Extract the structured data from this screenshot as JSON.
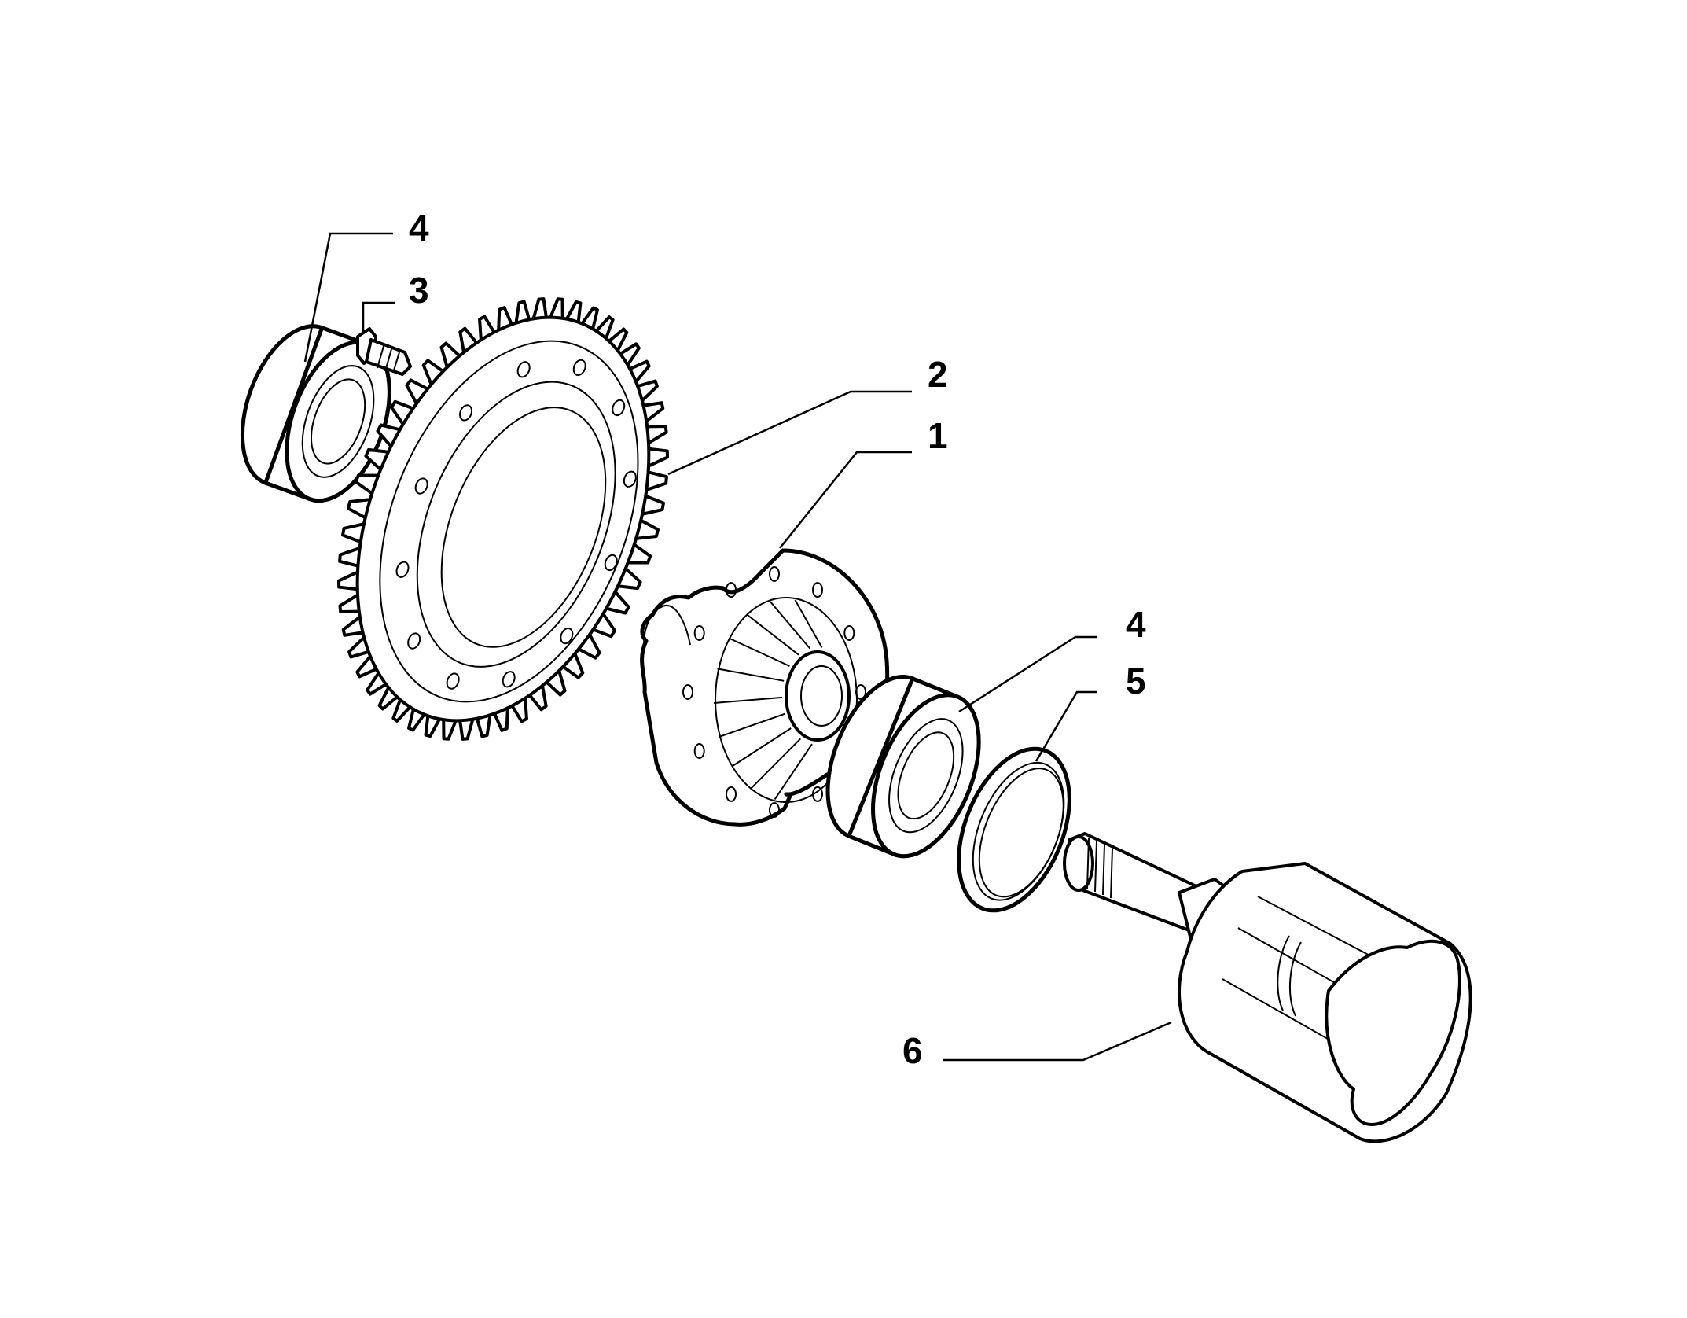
{
  "diagram": {
    "callouts": [
      {
        "id": "c4a",
        "label": "4"
      },
      {
        "id": "c3",
        "label": "3"
      },
      {
        "id": "c2",
        "label": "2"
      },
      {
        "id": "c1",
        "label": "1"
      },
      {
        "id": "c4b",
        "label": "4"
      },
      {
        "id": "c5",
        "label": "5"
      },
      {
        "id": "c6",
        "label": "6"
      }
    ],
    "colors": {
      "line": "#000000",
      "background": "#ffffff"
    }
  }
}
